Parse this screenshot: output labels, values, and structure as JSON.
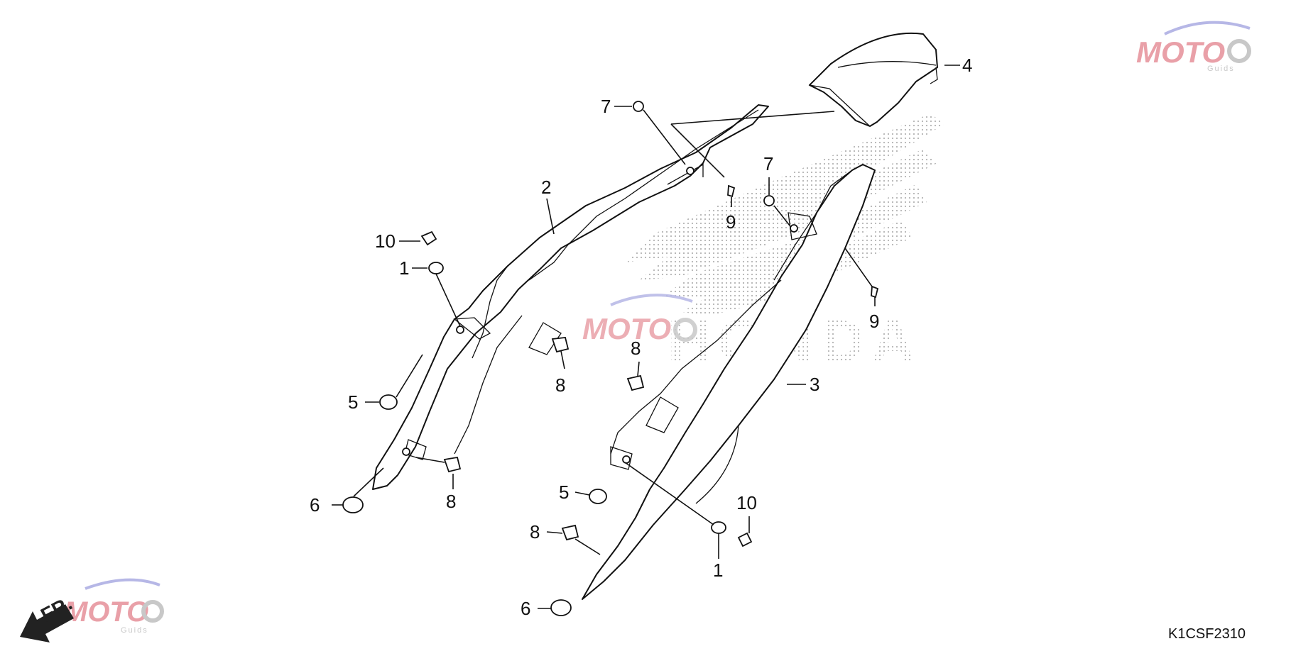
{
  "diagram_code": "K1CSF2310",
  "front_indicator": "FR.",
  "watermark": {
    "brand": "MOTO",
    "sub": "Guids",
    "colors": {
      "primary": "#e9a0a8",
      "accent": "#b6b7e6",
      "gear": "#c8c8c8"
    }
  },
  "background_logo": {
    "text": "HONDA",
    "color": "#bdbdbd"
  },
  "callouts": [
    {
      "id": "c4",
      "label": "4"
    },
    {
      "id": "c7a",
      "label": "7"
    },
    {
      "id": "c2",
      "label": "2"
    },
    {
      "id": "c7b",
      "label": "7"
    },
    {
      "id": "c9a",
      "label": "9"
    },
    {
      "id": "c10a",
      "label": "10"
    },
    {
      "id": "c1a",
      "label": "1"
    },
    {
      "id": "c9b",
      "label": "9"
    },
    {
      "id": "c8a",
      "label": "8"
    },
    {
      "id": "c8b",
      "label": "8"
    },
    {
      "id": "c3",
      "label": "3"
    },
    {
      "id": "c5a",
      "label": "5"
    },
    {
      "id": "c8c",
      "label": "8"
    },
    {
      "id": "c6a",
      "label": "6"
    },
    {
      "id": "c5b",
      "label": "5"
    },
    {
      "id": "c10b",
      "label": "10"
    },
    {
      "id": "c8d",
      "label": "8"
    },
    {
      "id": "c1b",
      "label": "1"
    },
    {
      "id": "c6b",
      "label": "6"
    }
  ]
}
